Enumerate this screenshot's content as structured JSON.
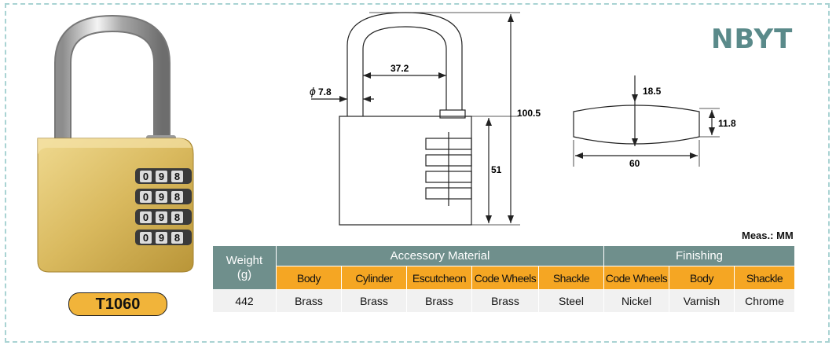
{
  "brand": "NBYT",
  "model": "T1060",
  "measure_unit": "Meas.: MM",
  "dimensions": {
    "shackle_diameter": "7.8",
    "diameter_symbol": "ϕ",
    "shackle_inner_width": "37.2",
    "total_height": "100.5",
    "body_height": "51",
    "body_length": "60",
    "body_thickness": "11.8",
    "side_depth": "18.5"
  },
  "dial_digits": [
    "0",
    "9",
    "8"
  ],
  "table": {
    "weight_header_line1": "Weight",
    "weight_header_line2": "(g)",
    "accessory_header": "Accessory Material",
    "finishing_header": "Finishing",
    "accessory_columns": [
      "Body",
      "Cylinder",
      "Escutcheon",
      "Code Wheels",
      "Shackle"
    ],
    "finishing_columns": [
      "Code Wheels",
      "Body",
      "Shackle"
    ],
    "weight_value": "442",
    "accessory_values": [
      "Brass",
      "Brass",
      "Brass",
      "Brass",
      "Steel"
    ],
    "finishing_values": [
      "Nickel",
      "Varnish",
      "Chrome"
    ]
  }
}
